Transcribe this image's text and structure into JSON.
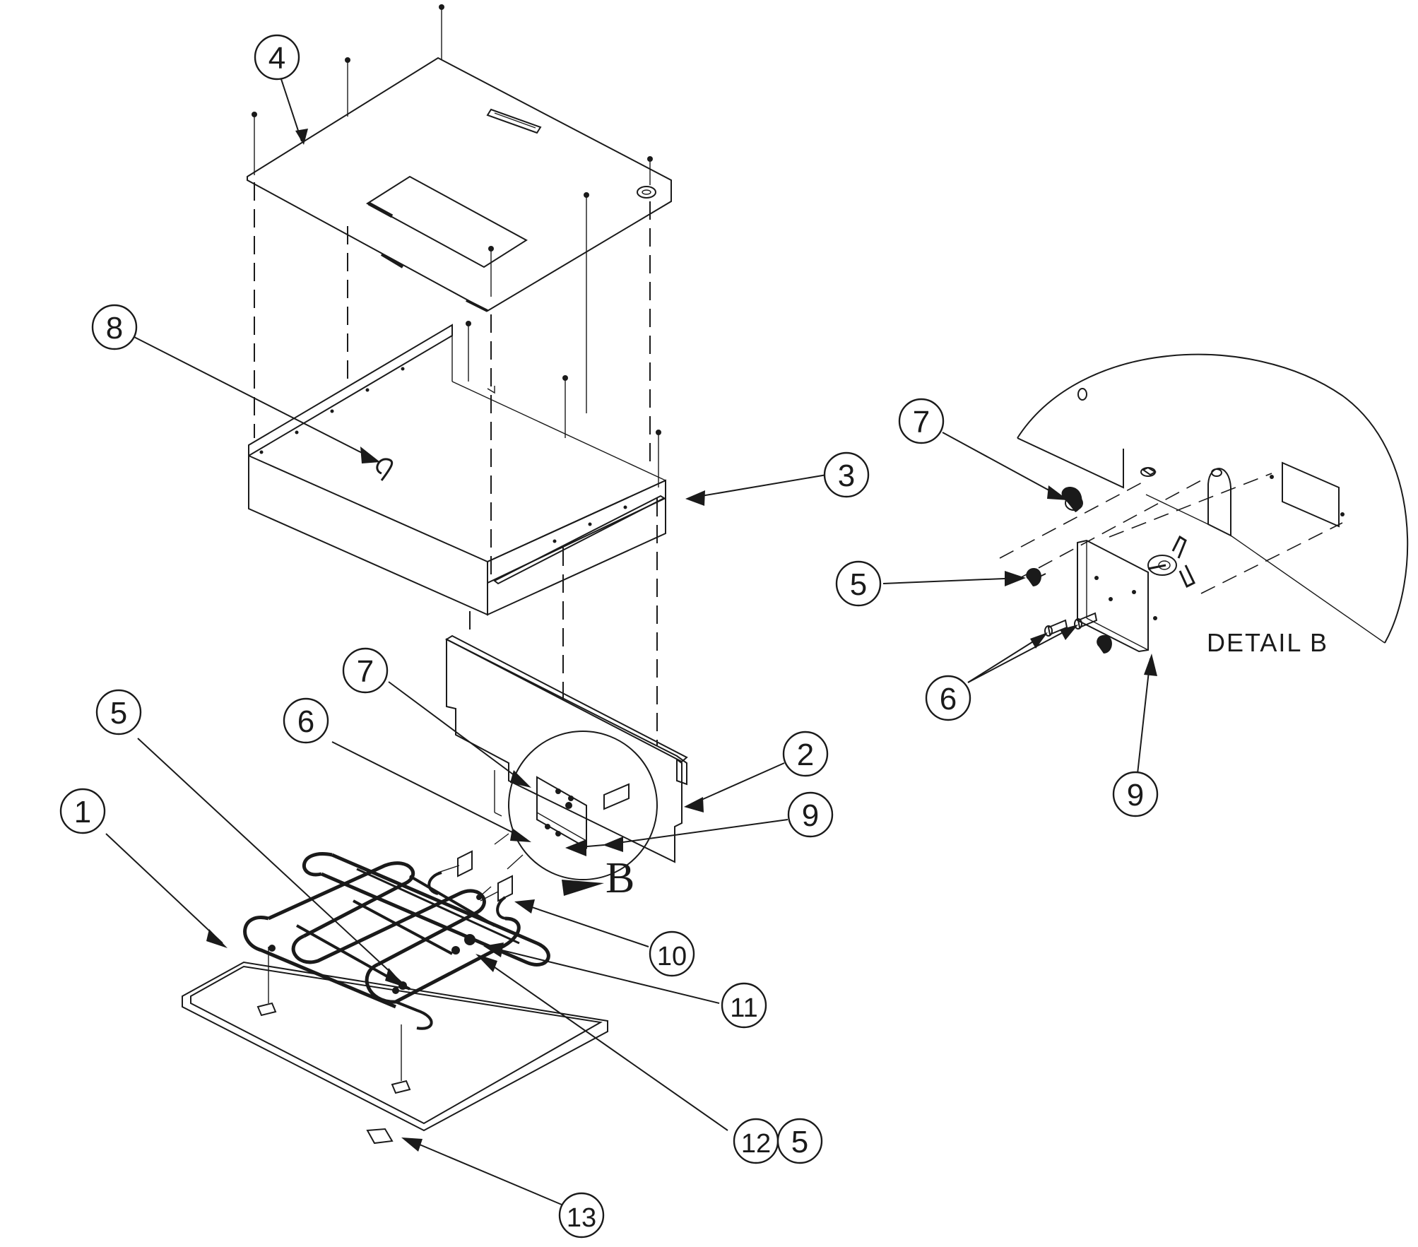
{
  "callouts": {
    "c1": "1",
    "c2": "2",
    "c3": "3",
    "c4": "4",
    "c5a": "5",
    "c5b": "5",
    "c5c": "5",
    "c6a": "6",
    "c6b": "6",
    "c7a": "7",
    "c7b": "7",
    "c8": "8",
    "c9a": "9",
    "c9b": "9",
    "c10": "10",
    "c11": "11",
    "c12": "12",
    "c13": "13"
  },
  "detail": {
    "label": "DETAIL B",
    "marker": "B"
  },
  "colors": {
    "ink": "#1a1a1a",
    "paper": "#ffffff"
  }
}
